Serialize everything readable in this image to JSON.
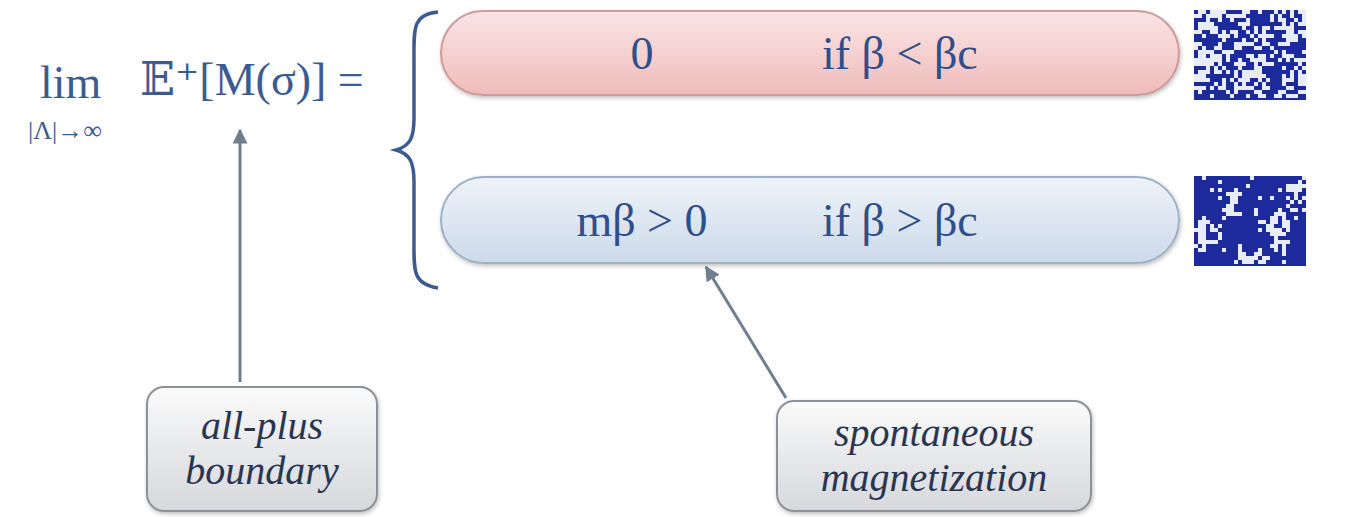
{
  "diagram": {
    "nodes": [
      {
        "text": [
          "0",
          "if β < βc"
        ]
      },
      {
        "text": [
          "mβ > 0",
          "if β > βc"
        ]
      },
      {
        "text": [
          "all-plus boundary"
        ]
      },
      {
        "text": [
          "spontaneous magnetization"
        ]
      }
    ],
    "edges": [
      {
        "from": 3,
        "to": 1,
        "arrow": "to"
      }
    ],
    "labels": [
      "lim",
      "|Λ|→∞",
      "𝔼⁺[M(σ)] ="
    ]
  }
}
